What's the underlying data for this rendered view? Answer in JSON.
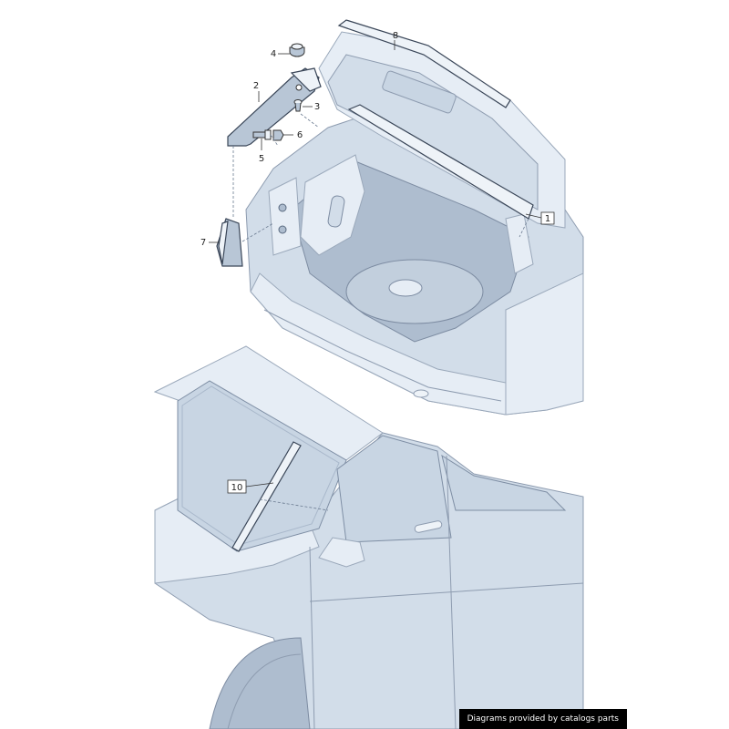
{
  "callouts": {
    "c1": "1",
    "c2": "2",
    "c3": "3",
    "c4": "4",
    "c5": "5",
    "c6": "6",
    "c7": "7",
    "c8": "8",
    "c10": "10"
  },
  "credit": "Diagrams provided by catalogs parts",
  "colors": {
    "body": "#d2dde9",
    "outline": "#8e9cb0",
    "part": "#b8c6d6"
  }
}
